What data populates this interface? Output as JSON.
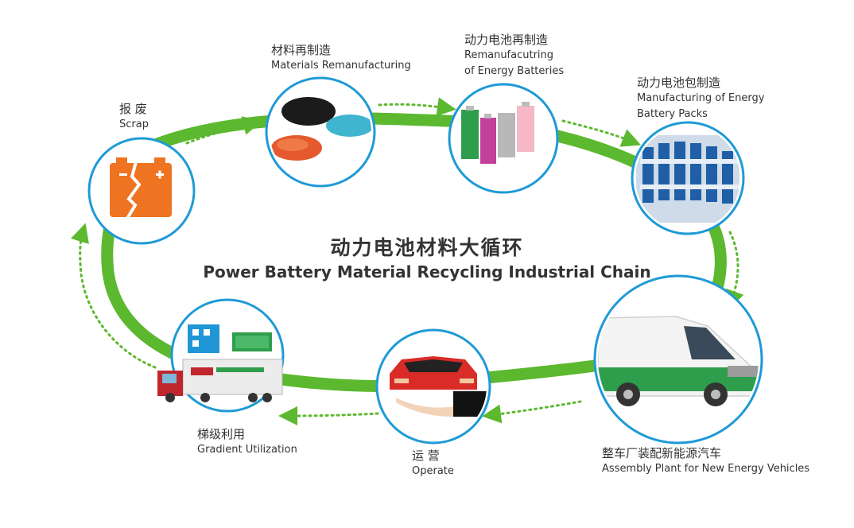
{
  "title": {
    "cn": "动力电池材料大循环",
    "en": "Power Battery Material Recycling Industrial Chain"
  },
  "stages": {
    "scrap": {
      "cn": "报 废",
      "en": "Scrap"
    },
    "materials": {
      "cn": "材料再制造",
      "en": "Materials Remanufacturing"
    },
    "batteries": {
      "cn": "动力电池再制造",
      "en1": "Remanufacutring",
      "en2": "of Energy Batteries"
    },
    "packs": {
      "cn": "动力电池包制造",
      "en1": "Manufacturing of Energy",
      "en2": "Battery Packs"
    },
    "assembly": {
      "cn": "整车厂装配新能源汽车",
      "en": "Assembly Plant for New Energy Vehicles"
    },
    "operate": {
      "cn": "运 营",
      "en": "Operate"
    },
    "gradient": {
      "cn": "梯级利用",
      "en": "Gradient Utilization"
    }
  },
  "colors": {
    "ring": "#5cb82e",
    "circle_border": "#1e9ad6",
    "arrow": "#5cb82e",
    "text": "#333333"
  },
  "icons": {
    "scrap": "broken-battery-icon",
    "materials": "powder-materials-icon",
    "batteries": "battery-cells-icon",
    "packs": "battery-pack-icon",
    "assembly": "green-van-icon",
    "operate": "car-on-hand-icon",
    "gradient": "truck-storage-icon"
  }
}
